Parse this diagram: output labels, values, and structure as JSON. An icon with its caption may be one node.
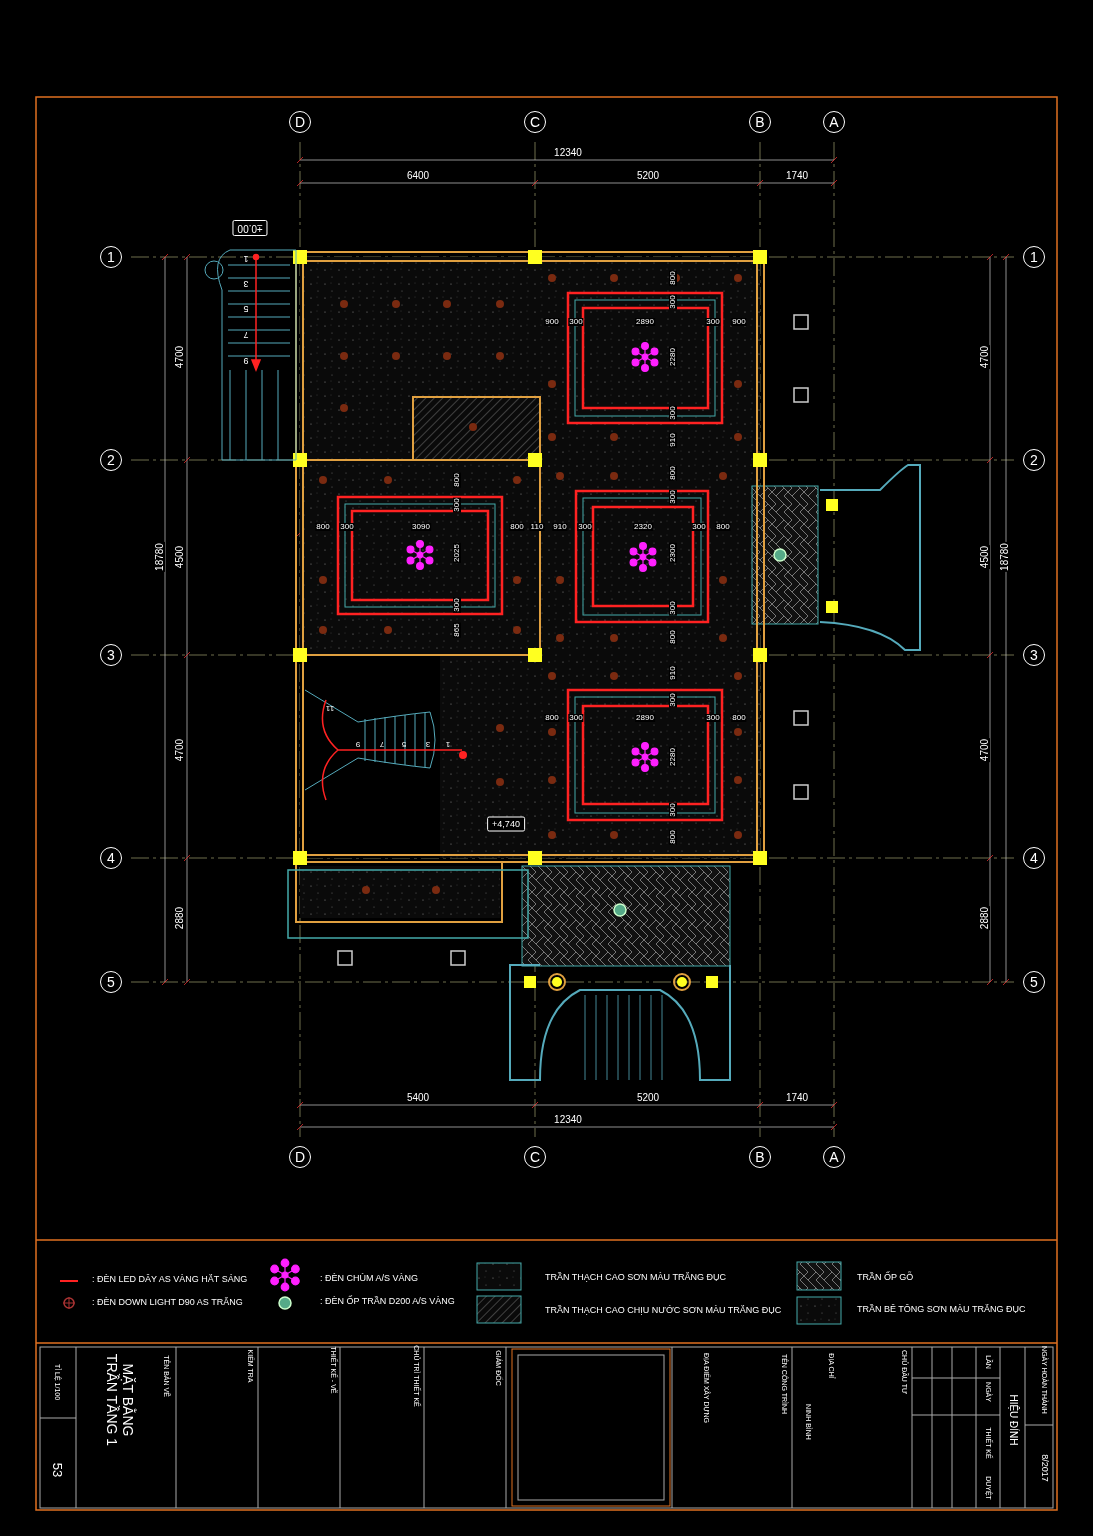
{
  "diagram": {
    "nodes": [
      {
        "text": [
          "D"
        ]
      },
      {
        "text": [
          "C"
        ]
      },
      {
        "text": [
          "B"
        ]
      },
      {
        "text": [
          "A"
        ]
      },
      {
        "text": [
          "1"
        ]
      },
      {
        "text": [
          "1"
        ]
      },
      {
        "text": [
          "2"
        ]
      },
      {
        "text": [
          "2"
        ]
      },
      {
        "text": [
          "3"
        ]
      },
      {
        "text": [
          "3"
        ]
      },
      {
        "text": [
          "4"
        ]
      },
      {
        "text": [
          "4"
        ]
      },
      {
        "text": [
          "5"
        ]
      },
      {
        "text": [
          "5"
        ]
      },
      {
        "text": [
          "D"
        ]
      },
      {
        "text": [
          "C"
        ]
      },
      {
        "text": [
          "B"
        ]
      },
      {
        "text": [
          "A"
        ]
      }
    ],
    "labels": [
      "12340",
      "6400",
      "5200",
      "1740",
      "±0.00",
      "1",
      "3",
      "5",
      "7",
      "9",
      "4700",
      "4700",
      "800",
      "900",
      "300",
      "2890",
      "300",
      "900",
      "300",
      "2280",
      "300",
      "910",
      "800",
      "300",
      "800",
      "300",
      "3090",
      "800",
      "110",
      "910",
      "300",
      "2320",
      "300",
      "800",
      "2025",
      "300",
      "865",
      "800",
      "300",
      "2300",
      "300",
      "800",
      "18780",
      "4500",
      "4500",
      "18780",
      "910",
      "300",
      "800",
      "300",
      "2890",
      "300",
      "800",
      "11",
      "9",
      "7",
      "5",
      "3",
      "1",
      "2280",
      "300",
      "800",
      "+4,740",
      "4700",
      "4700",
      "2880",
      "2880",
      "5400",
      "5200",
      "1740",
      "12340",
      "TỈ LỆ 1/100",
      "53",
      "MẶT BẰNG TRẦN TẦNG 1",
      "TÊN BẢN VẼ",
      "KIỂM TRA",
      "THIẾT KẾ - VẼ",
      "CHỦ TRÌ THIẾT KẾ",
      "GIÁM ĐỐC",
      "ĐỊA ĐIỂM XÂY DỰNG",
      "TÊN CÔNG TRÌNH",
      "NINH BÌNH",
      "ĐỊA CHỈ",
      "CHỦ ĐẦU TƯ",
      "LẦN",
      "NGÀY",
      "THIẾT KẾ",
      "DUYỆT",
      "HIỆU ĐÍNH",
      "NGÀY HOÀN THÀNH",
      "8/2017"
    ],
    "legend": [
      {
        "text": ": ĐÈN LED DÂY AS VÀNG HẮT SÁNG"
      },
      {
        "text": ": ĐÈN CHÙM A/S VÀNG"
      },
      {
        "text": "TRẦN THẠCH CAO SƠN MÀU TRẮNG ĐỤC"
      },
      {
        "text": "TRẦN ỐP GỖ"
      },
      {
        "text": ": ĐÈN DOWN LIGHT D90 AS TRẮNG"
      },
      {
        "text": ": ĐÈN ỐP TRẦN D200 A/S VÀNG"
      },
      {
        "text": "TRẦN THẠCH CAO CHỊU NƯỚC SƠN MÀU TRẮNG ĐỤC"
      },
      {
        "text": "TRẦN BÊ TÔNG SƠN MÀU TRẮNG ĐỤC"
      }
    ]
  }
}
